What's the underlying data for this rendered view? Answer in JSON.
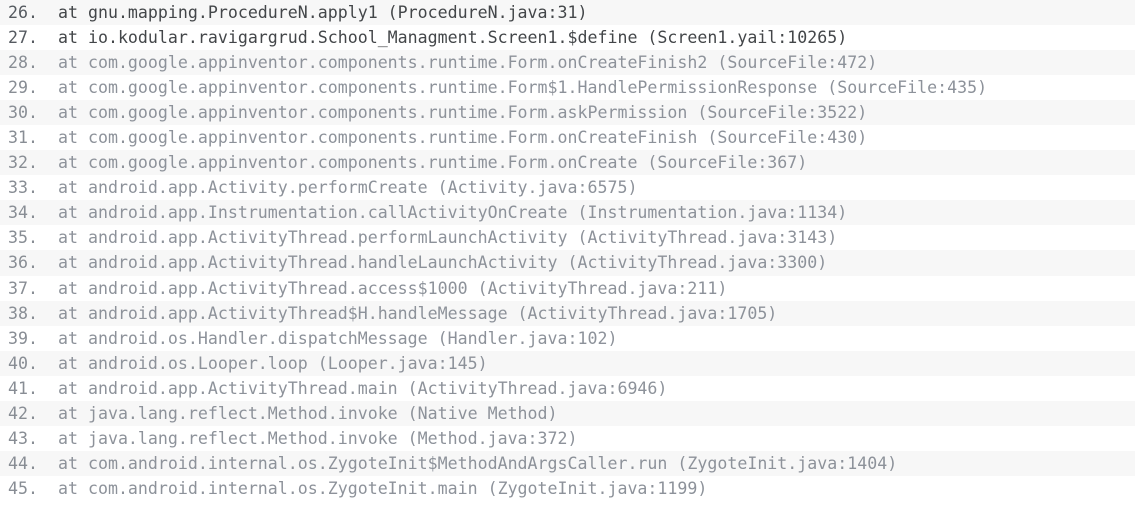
{
  "view": {
    "kind": "stack-trace-listing",
    "background": "#ffffff",
    "stripe_color": "#f7f7f7",
    "muted_text_color": "#8d929a",
    "emphasis_text_color": "#434649",
    "line_number_color": "#888d94",
    "first_line_number": 26,
    "last_line_number": 45,
    "total_rows": 20
  },
  "stack_frames": [
    {
      "number": "26.",
      "text": "at gnu.mapping.ProcedureN.apply1 (ProcedureN.java:31)",
      "emphasis": true,
      "striped": true
    },
    {
      "number": "27.",
      "text": "at io.kodular.ravigargrud.School_Managment.Screen1.$define (Screen1.yail:10265)",
      "emphasis": true,
      "striped": false
    },
    {
      "number": "28.",
      "text": "at com.google.appinventor.components.runtime.Form.onCreateFinish2 (SourceFile:472)",
      "emphasis": false,
      "striped": true
    },
    {
      "number": "29.",
      "text": "at com.google.appinventor.components.runtime.Form$1.HandlePermissionResponse (SourceFile:435)",
      "emphasis": false,
      "striped": false
    },
    {
      "number": "30.",
      "text": "at com.google.appinventor.components.runtime.Form.askPermission (SourceFile:3522)",
      "emphasis": false,
      "striped": true
    },
    {
      "number": "31.",
      "text": "at com.google.appinventor.components.runtime.Form.onCreateFinish (SourceFile:430)",
      "emphasis": false,
      "striped": false
    },
    {
      "number": "32.",
      "text": "at com.google.appinventor.components.runtime.Form.onCreate (SourceFile:367)",
      "emphasis": false,
      "striped": true
    },
    {
      "number": "33.",
      "text": "at android.app.Activity.performCreate (Activity.java:6575)",
      "emphasis": false,
      "striped": false
    },
    {
      "number": "34.",
      "text": "at android.app.Instrumentation.callActivityOnCreate (Instrumentation.java:1134)",
      "emphasis": false,
      "striped": true
    },
    {
      "number": "35.",
      "text": "at android.app.ActivityThread.performLaunchActivity (ActivityThread.java:3143)",
      "emphasis": false,
      "striped": false
    },
    {
      "number": "36.",
      "text": "at android.app.ActivityThread.handleLaunchActivity (ActivityThread.java:3300)",
      "emphasis": false,
      "striped": true
    },
    {
      "number": "37.",
      "text": "at android.app.ActivityThread.access$1000 (ActivityThread.java:211)",
      "emphasis": false,
      "striped": false
    },
    {
      "number": "38.",
      "text": "at android.app.ActivityThread$H.handleMessage (ActivityThread.java:1705)",
      "emphasis": false,
      "striped": true
    },
    {
      "number": "39.",
      "text": "at android.os.Handler.dispatchMessage (Handler.java:102)",
      "emphasis": false,
      "striped": false
    },
    {
      "number": "40.",
      "text": "at android.os.Looper.loop (Looper.java:145)",
      "emphasis": false,
      "striped": true
    },
    {
      "number": "41.",
      "text": "at android.app.ActivityThread.main (ActivityThread.java:6946)",
      "emphasis": false,
      "striped": false
    },
    {
      "number": "42.",
      "text": "at java.lang.reflect.Method.invoke (Native Method)",
      "emphasis": false,
      "striped": true
    },
    {
      "number": "43.",
      "text": "at java.lang.reflect.Method.invoke (Method.java:372)",
      "emphasis": false,
      "striped": false
    },
    {
      "number": "44.",
      "text": "at com.android.internal.os.ZygoteInit$MethodAndArgsCaller.run (ZygoteInit.java:1404)",
      "emphasis": false,
      "striped": true
    },
    {
      "number": "45.",
      "text": "at com.android.internal.os.ZygoteInit.main (ZygoteInit.java:1199)",
      "emphasis": false,
      "striped": false
    }
  ]
}
